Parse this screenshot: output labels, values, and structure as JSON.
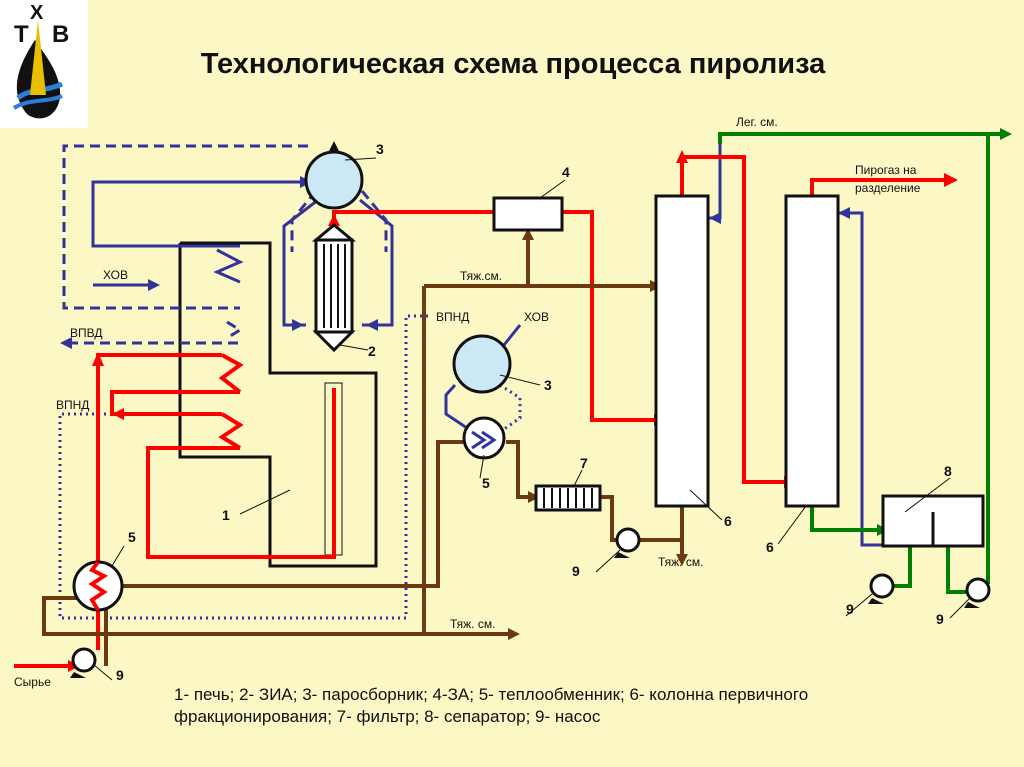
{
  "title": "Технологическая схема процесса пиролиза",
  "logo": {
    "text_top": "Х",
    "text_mid": "Т",
    "text_right": "В"
  },
  "legend": {
    "line1": "1- печь; 2- ЗИА; 3- паросборник; 4-ЗА; 5- теплообменник; 6- колонна первичного",
    "line2": "фракционирования; 7- фильтр; 8- сепаратор; 9- насос"
  },
  "labels": {
    "hov_left": "ХОВ",
    "vpvd": "ВПВД",
    "vpnd_left": "ВПНД",
    "vpnd_mid": "ВПНД",
    "hov_mid": "ХОВ",
    "heavy_top": "Тяж.см.",
    "heavy_pump": "Тяж. см.",
    "heavy_bottom": "Тяж. см.",
    "light": "Лег. см.",
    "pyrogas_line1": "Пирогаз на",
    "pyrogas_line2": "разделение",
    "raw": "Сырье"
  },
  "numbers": {
    "furnace": "1",
    "zia": "2",
    "steam_drum_top": "3",
    "steam_drum_mid": "3",
    "za": "4",
    "hx_left": "5",
    "hx_mid": "5",
    "column_1": "6",
    "column_2": "6",
    "filter": "7",
    "separator": "8",
    "pump_raw": "9",
    "pump_mid": "9",
    "pump_sep_left": "9",
    "pump_sep_right": "9"
  },
  "colors": {
    "background": "#fbf8c6",
    "feed_gas": "#ff0000",
    "water": "#333399",
    "heavy": "#6b3a0f",
    "light": "#008000",
    "drum_fill": "#cce7f5"
  }
}
